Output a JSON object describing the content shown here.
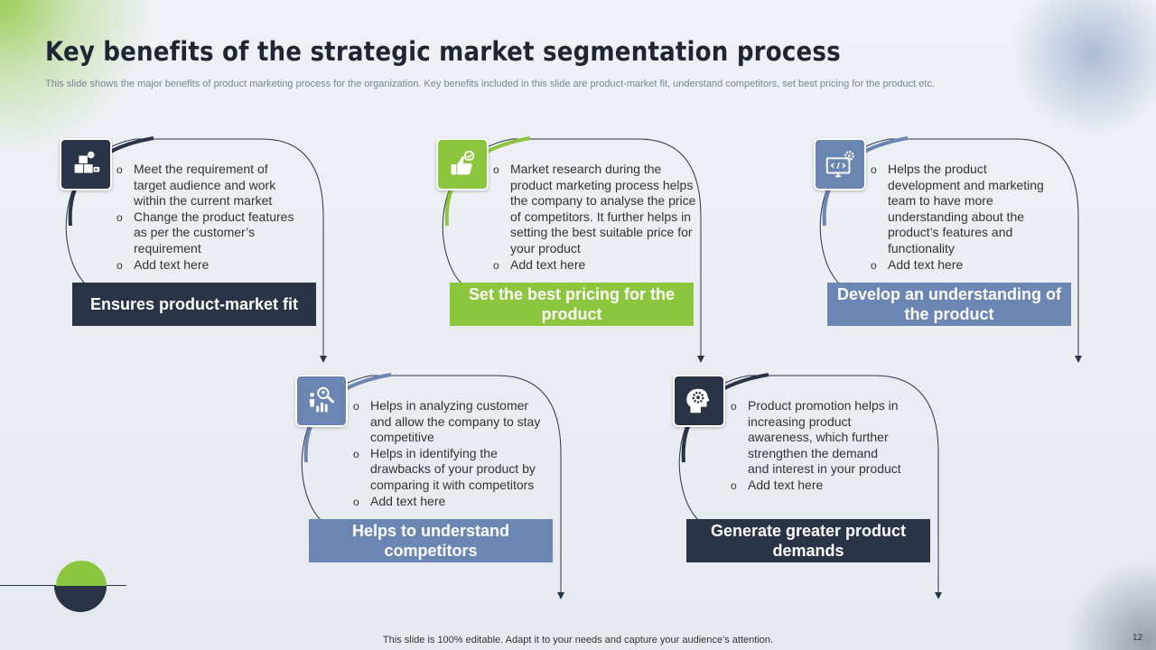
{
  "slide": {
    "title": "Key benefits of the strategic market segmentation process",
    "subtitle": "This slide shows the major benefits of product marketing process for the organization. Key benefits included in this slide are product-market fit, understand competitors, set best pricing for the product etc.",
    "footer": "This slide is 100% editable. Adapt it to your needs and capture your audience’s attention.",
    "page_number": "12"
  },
  "colors": {
    "dark": "#2a3447",
    "green": "#8cc63f",
    "blue": "#6c86b3"
  },
  "cards": [
    {
      "icon": "products-box-icon",
      "label": "Ensures product-market fit",
      "points": [
        "Meet the requirement of target audience and work within the current market",
        "Change the product features as per the customer’s requirement",
        "Add text here"
      ]
    },
    {
      "icon": "thumbs-up-icon",
      "label": "Set the best pricing for the product",
      "points": [
        "Market research during the product marketing process helps the company to analyse the price of competitors. It further helps in setting the best suitable price for your product",
        "Add text here"
      ]
    },
    {
      "icon": "code-monitor-gear-icon",
      "label": "Develop an understanding of the product",
      "points": [
        "Helps the product development and marketing team to have more understanding about the product’s features and functionality",
        "Add text here"
      ]
    },
    {
      "icon": "analysis-magnifier-icon",
      "label": "Helps to understand competitors",
      "points": [
        "Helps in analyzing customer and allow the company to stay competitive",
        "Helps in identifying the drawbacks of your product by comparing it with competitors",
        "Add text here"
      ]
    },
    {
      "icon": "head-gear-idea-icon",
      "label": "Generate greater product demands",
      "points": [
        "Product promotion helps in increasing product awareness, which further strengthen the demand and interest in your product",
        "Add text here"
      ]
    }
  ]
}
